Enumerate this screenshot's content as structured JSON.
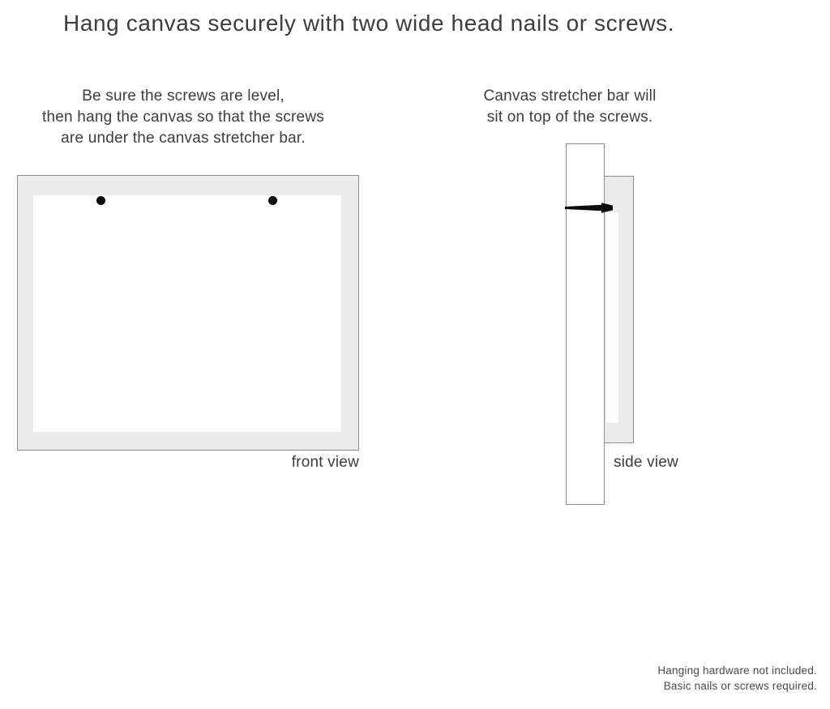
{
  "title": "Hang canvas securely with two wide head nails or screws.",
  "instructions": {
    "left": {
      "lines": [
        "Be sure the screws are level,",
        "then hang the canvas so that the screws",
        "are under the canvas stretcher bar."
      ]
    },
    "right": {
      "lines": [
        "Canvas stretcher bar will",
        "sit on top of the screws."
      ]
    }
  },
  "diagrams": {
    "front_view": {
      "label": "front view",
      "nail_count": 2
    },
    "side_view": {
      "label": "side view"
    }
  },
  "footnote": {
    "lines": [
      "Hanging hardware not included.",
      "Basic nails or screws required."
    ]
  },
  "colors": {
    "text": "#3d3d3d",
    "muted_text": "#4a4a4a",
    "canvas_fill": "#ebebec",
    "outline": "#8f8f8f",
    "nail": "#0d0d0d",
    "background": "#ffffff"
  }
}
